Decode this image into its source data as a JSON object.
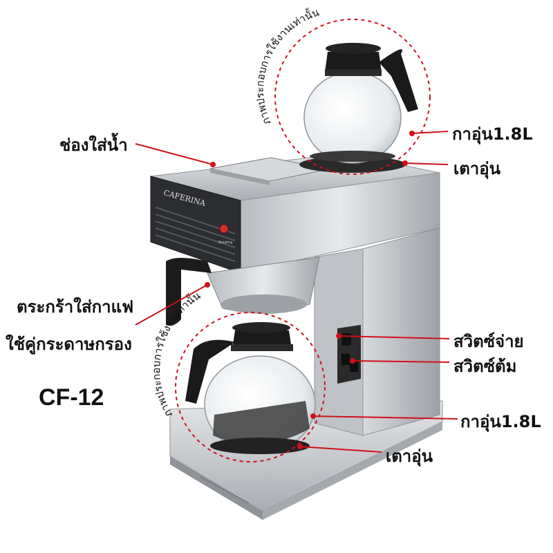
{
  "brand": "CAFERINA",
  "power_indicator_label": "Brewing",
  "model": "CF-12",
  "callouts": {
    "water_inlet": "ช่องใส่น้ำ",
    "top_pot": "กาอุ่น1.8L",
    "top_warmer": "เตาอุ่น",
    "filter_basket_line1": "ตระกร้าใส่กาแฟ",
    "filter_basket_line2": "ใช้คู่กระดาษกรอง",
    "dispense_switch": "สวิตซ์จ่าย",
    "boil_switch": "สวิตซ์ต้ม",
    "bottom_pot": "กาอุ่น1.8L",
    "bottom_warmer": "เตาอุ่น"
  },
  "notes": {
    "top_arc": "ภาพประกอบการใช้งานเท่านั้น",
    "bottom_arc": "ภาพประกอบการใช้งานเท่านั้น"
  },
  "colors": {
    "callout_line": "#d0101a",
    "dashed_circle": "#d0101a",
    "steel": "#c9cccf",
    "panel_dark": "#2b2d31",
    "pot_lid": "#1a1a1a"
  }
}
